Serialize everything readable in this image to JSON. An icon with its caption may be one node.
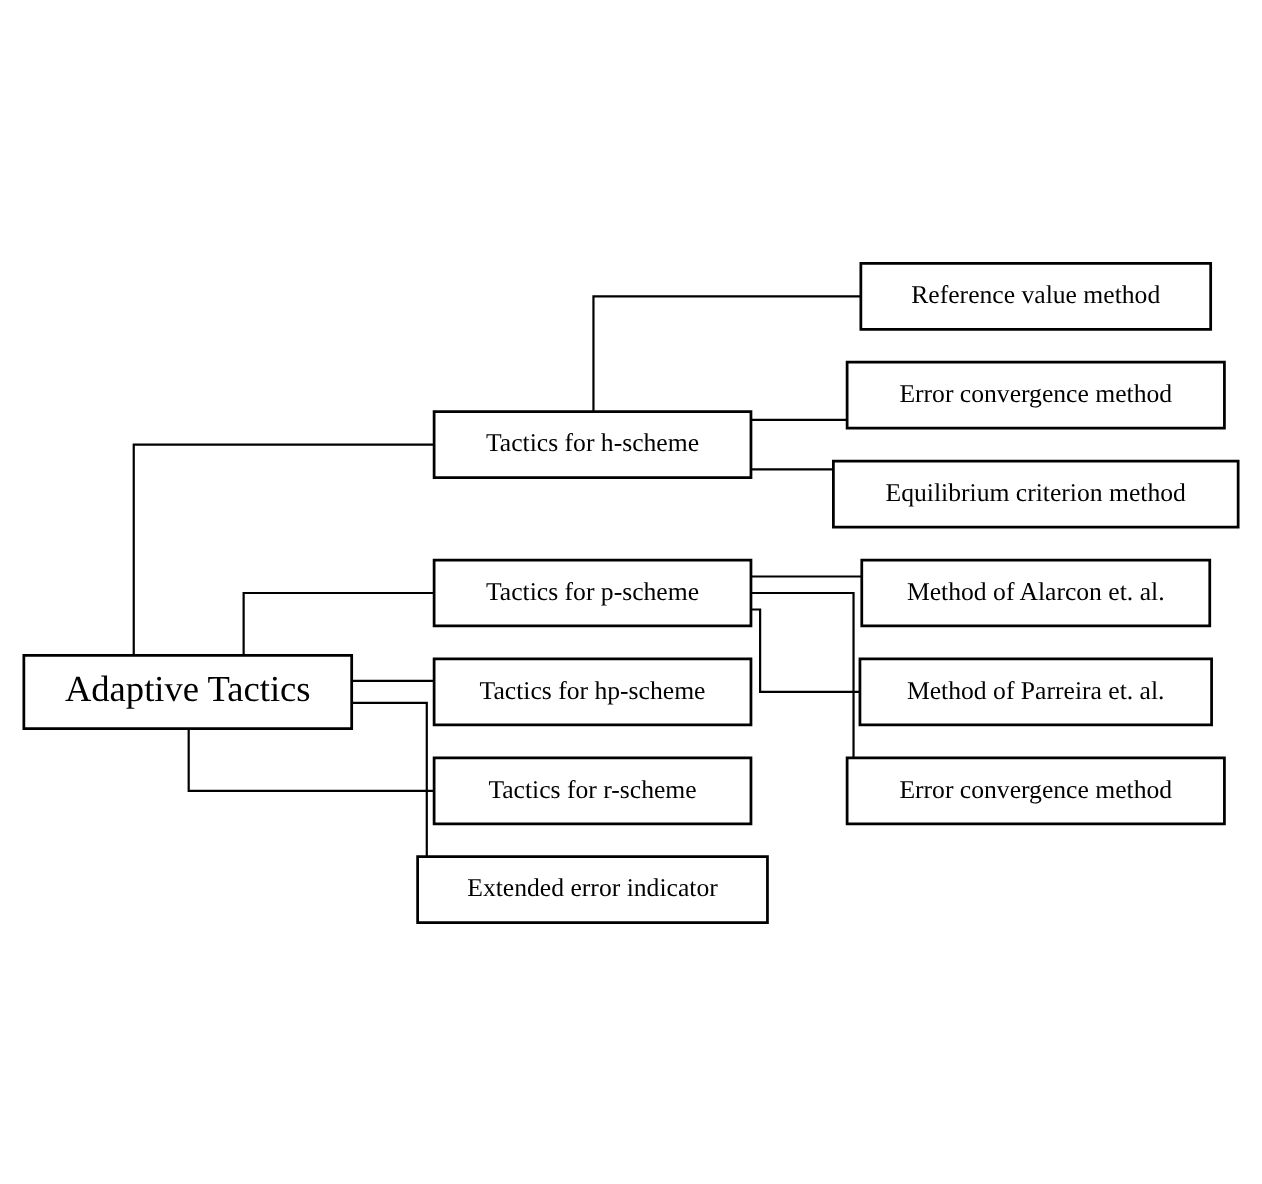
{
  "diagram": {
    "nodes": [
      {
        "text": [
          "Adaptive Tactics"
        ]
      },
      {
        "text": [
          "Tactics for h-scheme"
        ]
      },
      {
        "text": [
          "Reference value method"
        ]
      },
      {
        "text": [
          "Error convergence method"
        ]
      },
      {
        "text": [
          "Equilibrium criterion method"
        ]
      },
      {
        "text": [
          "Tactics for p-scheme"
        ]
      },
      {
        "text": [
          "Method of Alarcon et. al."
        ]
      },
      {
        "text": [
          "Method of Parreira et. al."
        ]
      },
      {
        "text": [
          "Error convergence method"
        ]
      },
      {
        "text": [
          "Tactics for hp-scheme"
        ]
      },
      {
        "text": [
          "Tactics for r-scheme"
        ]
      },
      {
        "text": [
          "Extended error indicator"
        ]
      }
    ],
    "edges": [
      {
        "from": 0,
        "to": 1,
        "arrow": "none"
      },
      {
        "from": 1,
        "to": 2,
        "arrow": "none"
      },
      {
        "from": 1,
        "to": 3,
        "arrow": "none"
      },
      {
        "from": 1,
        "to": 4,
        "arrow": "none"
      },
      {
        "from": 0,
        "to": 5,
        "arrow": "none"
      },
      {
        "from": 5,
        "to": 6,
        "arrow": "none"
      },
      {
        "from": 5,
        "to": 7,
        "arrow": "none"
      },
      {
        "from": 5,
        "to": 8,
        "arrow": "none"
      },
      {
        "from": 0,
        "to": 9,
        "arrow": "none"
      },
      {
        "from": 0,
        "to": 10,
        "arrow": "none"
      },
      {
        "from": 0,
        "to": 11,
        "arrow": "none"
      }
    ]
  }
}
